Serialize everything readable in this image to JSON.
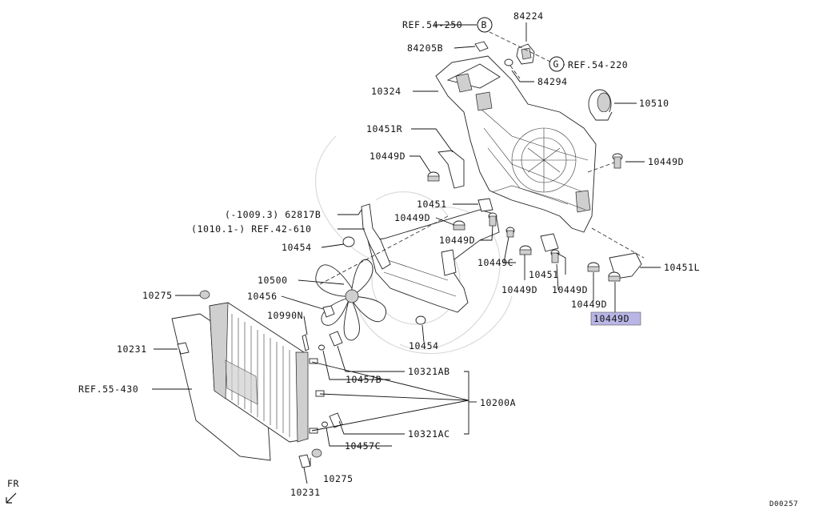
{
  "labels": {
    "ref_54_250": "REF.54-250",
    "circle_b": "B",
    "p84224": "84224",
    "p84205b": "84205B",
    "circle_g": "G",
    "ref_54_220": "REF.54-220",
    "p84294": "84294",
    "p10324": "10324",
    "p10510": "10510",
    "p10451r": "10451R",
    "p10449d_a": "10449D",
    "p10449d_b": "10449D",
    "p10451_a": "10451",
    "p10449d_c": "10449D",
    "p10449d_d": "10449D",
    "range_1": "(-1009.3) 62817B",
    "range_2": "(1010.1-) REF.42-610",
    "p10454_a": "10454",
    "p10449c": "10449C",
    "p10451l": "10451L",
    "p10451_b": "10451",
    "p10500": "10500",
    "p10449d_e": "10449D",
    "p10449d_f": "10449D",
    "p10449d_g": "10449D",
    "p10275_a": "10275",
    "p10456": "10456",
    "p10449d_highlight": "10449D",
    "p10990n": "10990N",
    "p10454_b": "10454",
    "p10231_a": "10231",
    "p10457b": "10457B",
    "p10321ab": "10321AB",
    "ref_55_430": "REF.55-430",
    "p10200a": "10200A",
    "p10457c": "10457C",
    "p10321ac": "10321AC",
    "p10275_b": "10275",
    "p10231_b": "10231",
    "fr": "FR",
    "diagram_id": "D00257"
  },
  "colors": {
    "highlight": "#b9b6e6",
    "line": "#111111"
  }
}
